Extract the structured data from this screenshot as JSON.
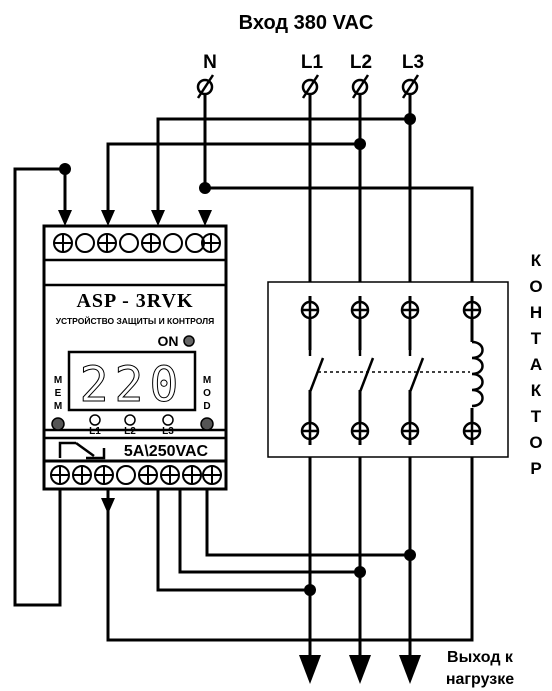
{
  "title": "Вход 380 VAC",
  "inputs": [
    "N",
    "L1",
    "L2",
    "L3"
  ],
  "device": {
    "model": "ASP - 3RVK",
    "subtitle": "УСТРОЙСТВО ЗАЩИТЫ И КОНТРОЛЯ",
    "on_label": "ON",
    "display_value": "220",
    "mem_letters": [
      "M",
      "E",
      "M"
    ],
    "mod_letters": [
      "M",
      "O",
      "D"
    ],
    "phase_leds": [
      "L1",
      "L2",
      "L3"
    ],
    "relay_rating": "5A\\250VAC"
  },
  "contactor_letters": [
    "К",
    "О",
    "Н",
    "Т",
    "А",
    "К",
    "Т",
    "О",
    "Р"
  ],
  "output": {
    "line1": "Выход к",
    "line2": "нагрузке"
  },
  "colors": {
    "ink": "#000000",
    "led": "#666666",
    "background": "#ffffff"
  }
}
